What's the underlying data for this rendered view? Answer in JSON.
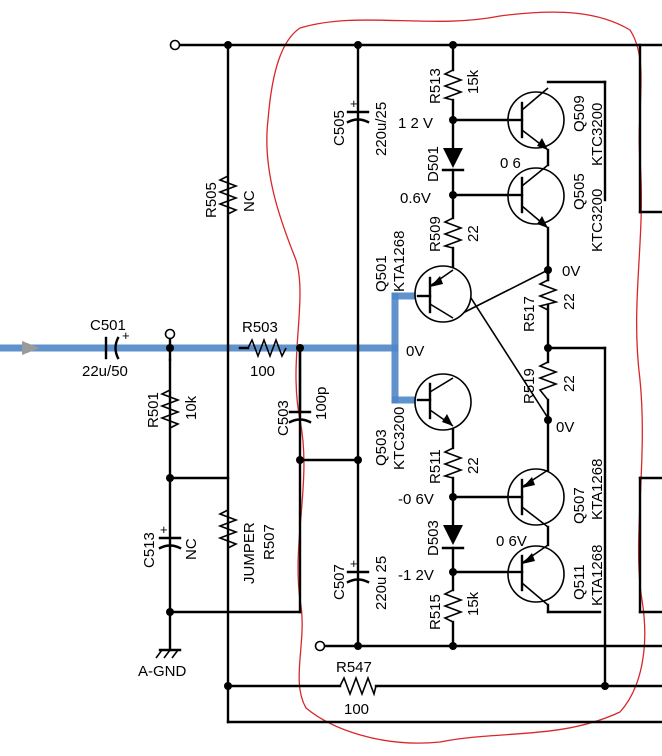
{
  "labels": {
    "c501": "C501",
    "c501_val": "22u/50",
    "r503": "R503",
    "r503_val": "100",
    "r501": "R501",
    "r501_val": "10k",
    "r505": "R505",
    "r505_val": "NC",
    "c503": "C503",
    "c503_val": "100p",
    "c513": "C513",
    "c513_val": "NC",
    "r507": "R507",
    "r507_val": "JUMPER",
    "agnd": "A-GND",
    "c505": "C505",
    "c505_val": "220u/25",
    "c507": "C507",
    "c507_val": "220u 25",
    "r513": "R513",
    "r513_val": "15k",
    "d501": "D501",
    "d503": "D503",
    "r509": "R509",
    "r509_val": "22",
    "r511": "R511",
    "r511_val": "22",
    "r515": "R515",
    "r515_val": "15k",
    "r517": "R517",
    "r517_val": "22",
    "r519": "R519",
    "r519_val": "22",
    "r547": "R547",
    "r547_val": "100",
    "q501": "Q501",
    "q501_type": "KTA1268",
    "q503": "Q503",
    "q503_type": "KTC3200",
    "q505": "Q505",
    "q505_type": "KTC3200",
    "q507": "Q507",
    "q507_type": "KTA1268",
    "q509": "Q509",
    "q509_type": "KTC3200",
    "q511": "Q511",
    "q511_type": "KTA1268",
    "v_12": "1 2  V",
    "v_06a": "0 6",
    "v_06b": "0.6V",
    "v_0out1": "0V",
    "v_0in": "0V",
    "v_0out2": "0V",
    "v_m06": "-0 6V",
    "v_06c": "0 6V",
    "v_m12": "-1 2V"
  },
  "colors": {
    "signal": "#4f86c6",
    "outline": "#d9262b",
    "arrow": "#9a9a9a"
  }
}
